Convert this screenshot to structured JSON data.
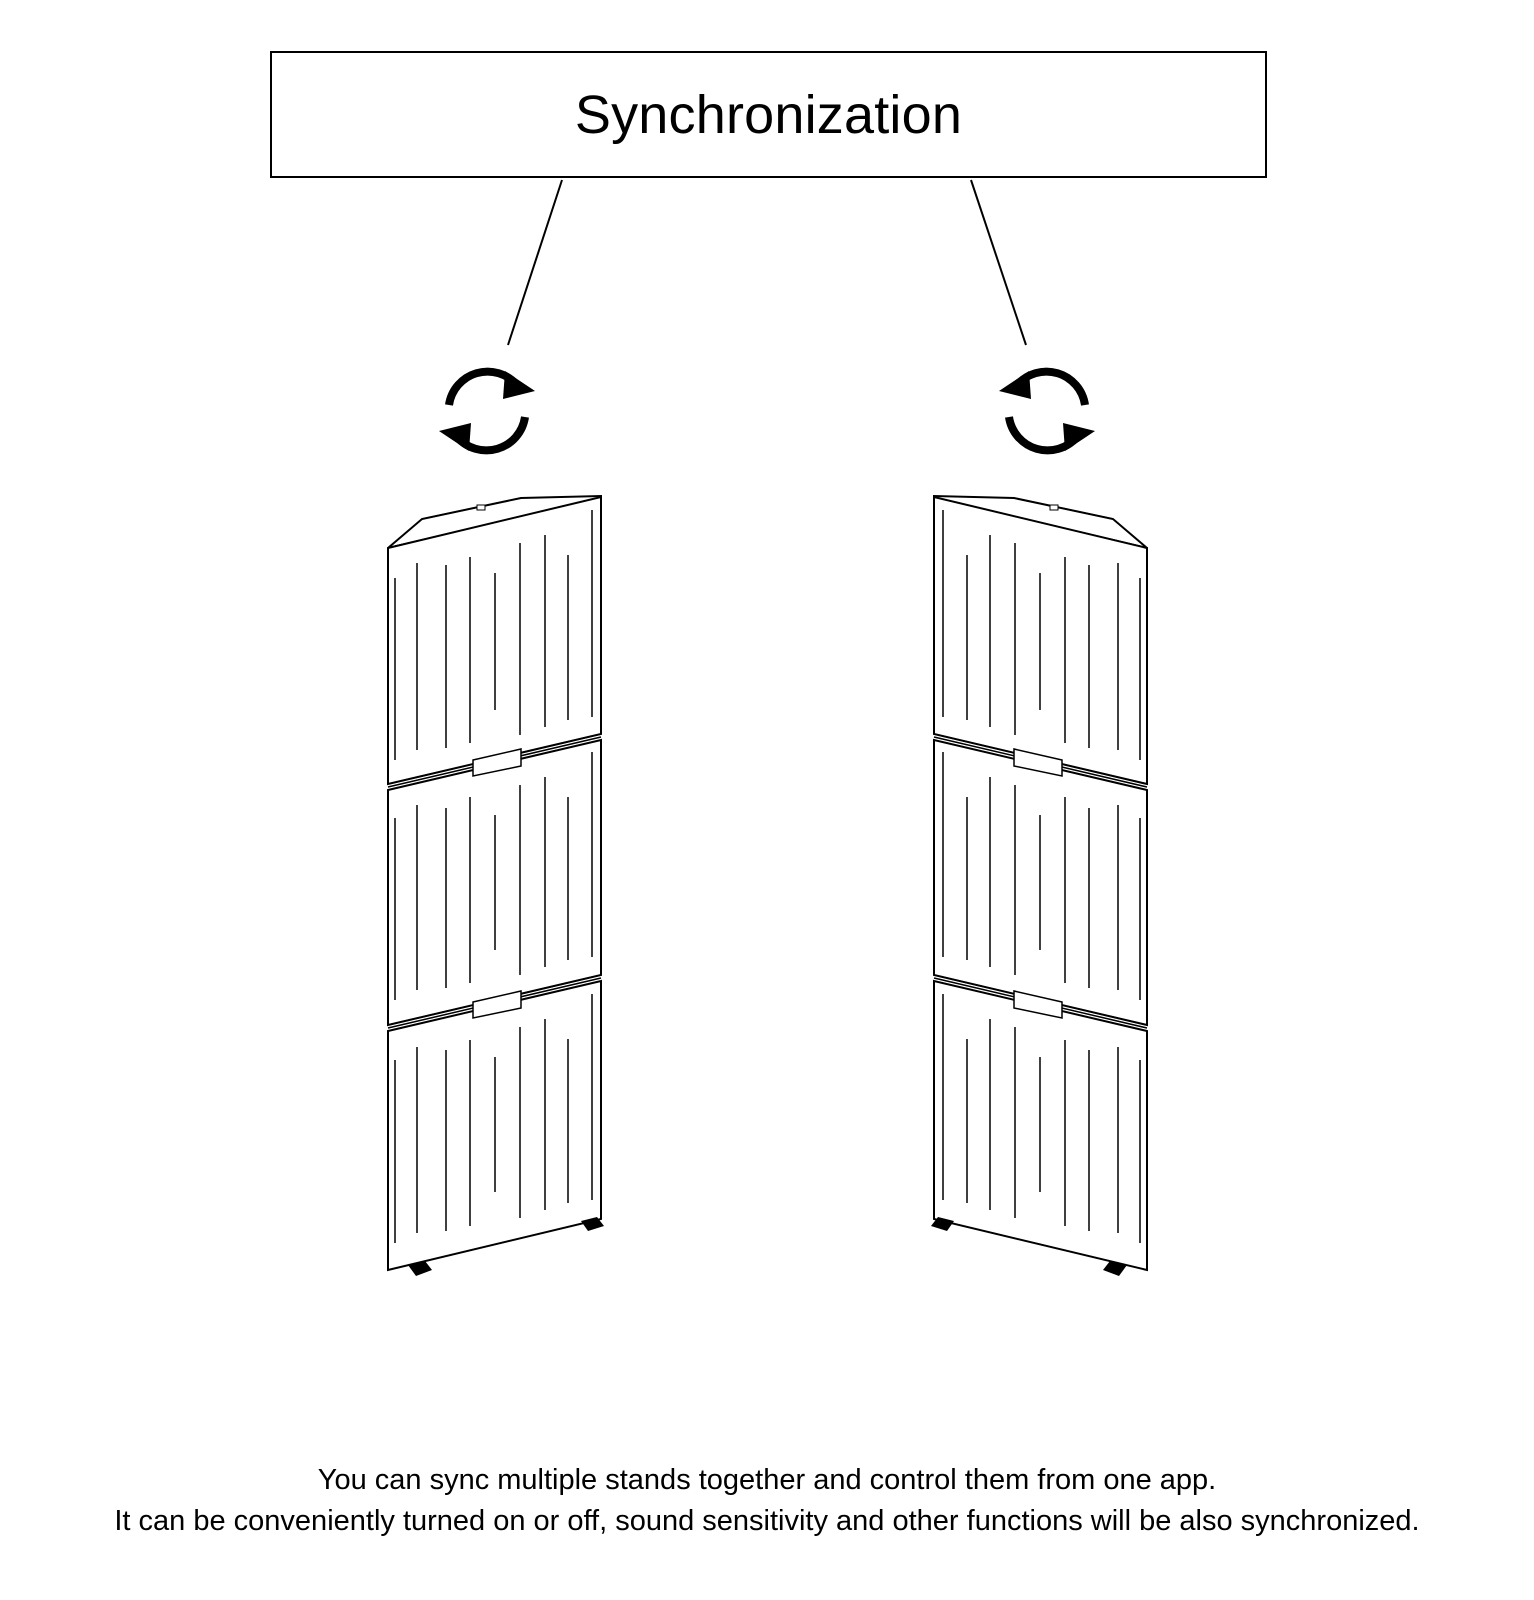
{
  "title": "Synchronization",
  "caption": {
    "line1": "You can sync multiple stands together and control them from one app.",
    "line2": "It can be conveniently turned on or off, sound sensitivity and other functions will be also synchronized."
  },
  "icons": {
    "left_sync": "sync-icon",
    "right_sync": "sync-icon"
  },
  "colors": {
    "line": "#000000",
    "background": "#ffffff"
  }
}
